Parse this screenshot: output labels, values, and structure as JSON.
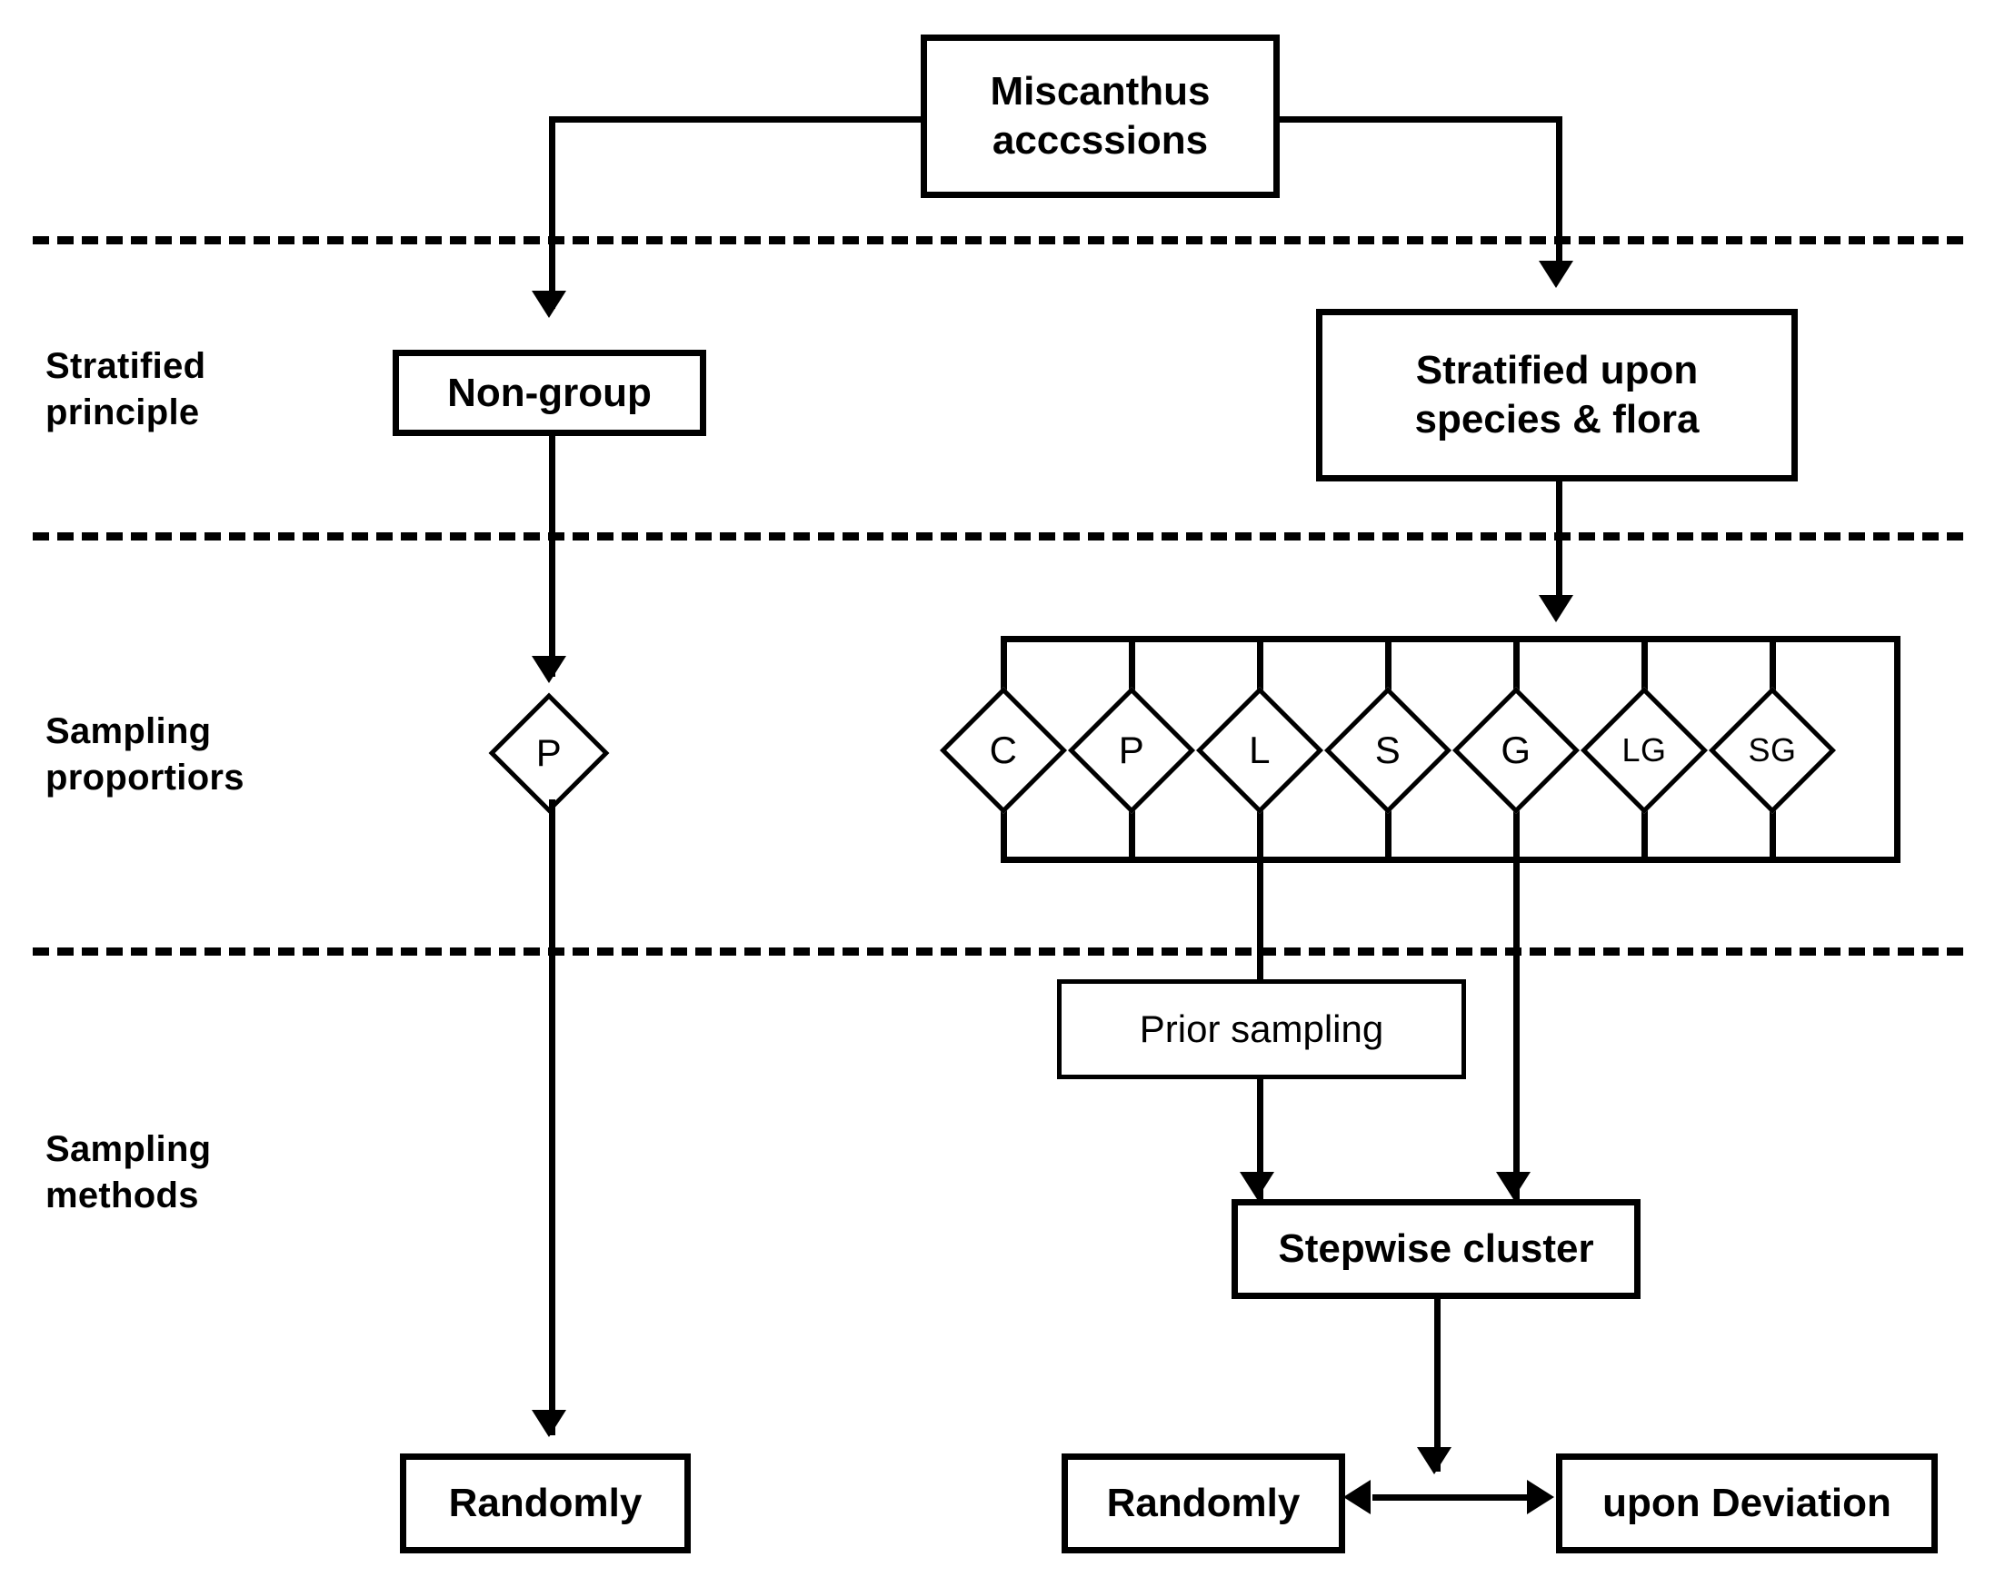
{
  "figure": {
    "title": "Miscanthus accessions stratified sampling flowchart",
    "type": "flowchart",
    "background_color": "#ffffff",
    "line_color": "#000000"
  },
  "row_labels": [
    {
      "id": "stratified-principle",
      "text": "Stratified\nprinciple"
    },
    {
      "id": "sampling-proportions",
      "text": "Sampling\nproportiors"
    },
    {
      "id": "sampling-methods",
      "text": "Sampling\nmethods"
    }
  ],
  "nodes": {
    "root": {
      "label": "Miscanthus\nacccssions"
    },
    "non_group": {
      "label": "Non-group"
    },
    "stratified_upon": {
      "label": "Stratified upon\nspecies & flora"
    },
    "prior_sampling": {
      "label": "Prior sampling"
    },
    "stepwise_cluster": {
      "label": "Stepwise cluster"
    },
    "randomly_left": {
      "label": "Randomly"
    },
    "randomly_right": {
      "label": "Randomly"
    },
    "upon_deviation": {
      "label": "upon Deviation"
    }
  },
  "left_branch_diamond": {
    "label": "P"
  },
  "strata_diamonds": [
    {
      "label": "C"
    },
    {
      "label": "P"
    },
    {
      "label": "L"
    },
    {
      "label": "S"
    },
    {
      "label": "G"
    },
    {
      "label": "LG"
    },
    {
      "label": "SG"
    }
  ]
}
